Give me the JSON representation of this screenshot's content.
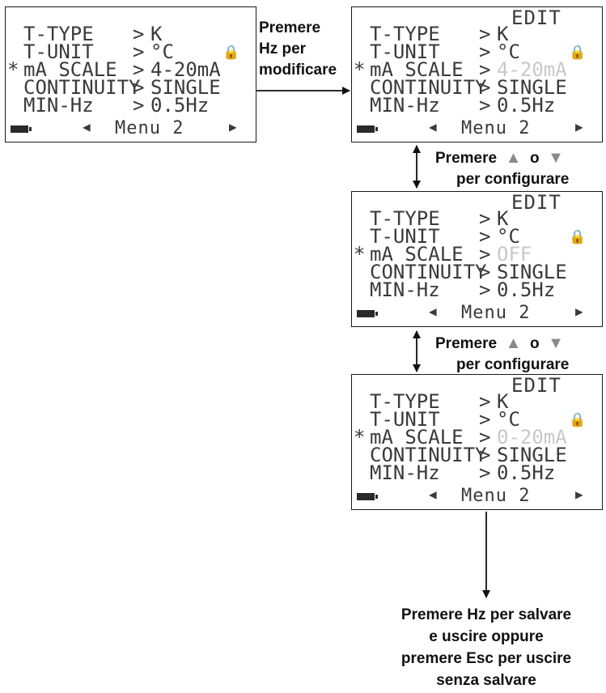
{
  "screens": [
    {
      "edit_label": "",
      "rows": [
        {
          "star": "",
          "label": "T-TYPE",
          "sep": ">",
          "value": "K",
          "dim": false,
          "lock": ""
        },
        {
          "star": "",
          "label": "T-UNIT",
          "sep": ">",
          "value": "°C",
          "dim": false,
          "lock": "🔒"
        },
        {
          "star": "*",
          "label": "mA SCALE",
          "sep": ">",
          "value": "4-20mA",
          "dim": false,
          "lock": ""
        },
        {
          "star": "",
          "label": "CONTINUITY",
          "sep": ">",
          "value": "SINGLE",
          "dim": false,
          "lock": ""
        },
        {
          "star": "",
          "label": "MIN-Hz",
          "sep": ">",
          "value": "0.5Hz",
          "dim": false,
          "lock": ""
        }
      ],
      "menu": "Menu 2",
      "nav_left": "◀",
      "nav_right": "▶"
    },
    {
      "edit_label": "EDIT",
      "rows": [
        {
          "star": "",
          "label": "T-TYPE",
          "sep": ">",
          "value": "K",
          "dim": false,
          "lock": ""
        },
        {
          "star": "",
          "label": "T-UNIT",
          "sep": ">",
          "value": "°C",
          "dim": false,
          "lock": "🔒"
        },
        {
          "star": "*",
          "label": "mA SCALE",
          "sep": ">",
          "value": "4-20mA",
          "dim": true,
          "lock": ""
        },
        {
          "star": "",
          "label": "CONTINUITY",
          "sep": ">",
          "value": "SINGLE",
          "dim": false,
          "lock": ""
        },
        {
          "star": "",
          "label": "MIN-Hz",
          "sep": ">",
          "value": "0.5Hz",
          "dim": false,
          "lock": ""
        }
      ],
      "menu": "Menu 2",
      "nav_left": "◀",
      "nav_right": "▶"
    },
    {
      "edit_label": "EDIT",
      "rows": [
        {
          "star": "",
          "label": "T-TYPE",
          "sep": ">",
          "value": "K",
          "dim": false,
          "lock": ""
        },
        {
          "star": "",
          "label": "T-UNIT",
          "sep": ">",
          "value": "°C",
          "dim": false,
          "lock": "🔒"
        },
        {
          "star": "*",
          "label": "mA SCALE",
          "sep": ">",
          "value": "OFF",
          "dim": true,
          "lock": ""
        },
        {
          "star": "",
          "label": "CONTINUITY",
          "sep": ">",
          "value": "SINGLE",
          "dim": false,
          "lock": ""
        },
        {
          "star": "",
          "label": "MIN-Hz",
          "sep": ">",
          "value": "0.5Hz",
          "dim": false,
          "lock": ""
        }
      ],
      "menu": "Menu 2",
      "nav_left": "◀",
      "nav_right": "▶"
    },
    {
      "edit_label": "EDIT",
      "rows": [
        {
          "star": "",
          "label": "T-TYPE",
          "sep": ">",
          "value": "K",
          "dim": false,
          "lock": ""
        },
        {
          "star": "",
          "label": "T-UNIT",
          "sep": ">",
          "value": "°C",
          "dim": false,
          "lock": "🔒"
        },
        {
          "star": "*",
          "label": "mA SCALE",
          "sep": ">",
          "value": "0-20mA",
          "dim": true,
          "lock": ""
        },
        {
          "star": "",
          "label": "CONTINUITY",
          "sep": ">",
          "value": "SINGLE",
          "dim": false,
          "lock": ""
        },
        {
          "star": "",
          "label": "MIN-Hz",
          "sep": ">",
          "value": "0.5Hz",
          "dim": false,
          "lock": ""
        }
      ],
      "menu": "Menu 2",
      "nav_left": "◀",
      "nav_right": "▶"
    }
  ],
  "notes": {
    "edit_1": "Premere",
    "edit_2": "Hz per",
    "edit_3": "modificare",
    "cfg_a_1": "Premere",
    "cfg_a_or": "o",
    "cfg_a_2": "per configurare",
    "cfg_b_1": "Premere",
    "cfg_b_or": "o",
    "cfg_b_2": "per configurare",
    "save_1": "Premere Hz per salvare",
    "save_2": "e uscire oppure",
    "save_3": "premere Esc per uscire",
    "save_4": "senza salvare"
  },
  "icons": {
    "up": "▲",
    "down": "▼"
  }
}
